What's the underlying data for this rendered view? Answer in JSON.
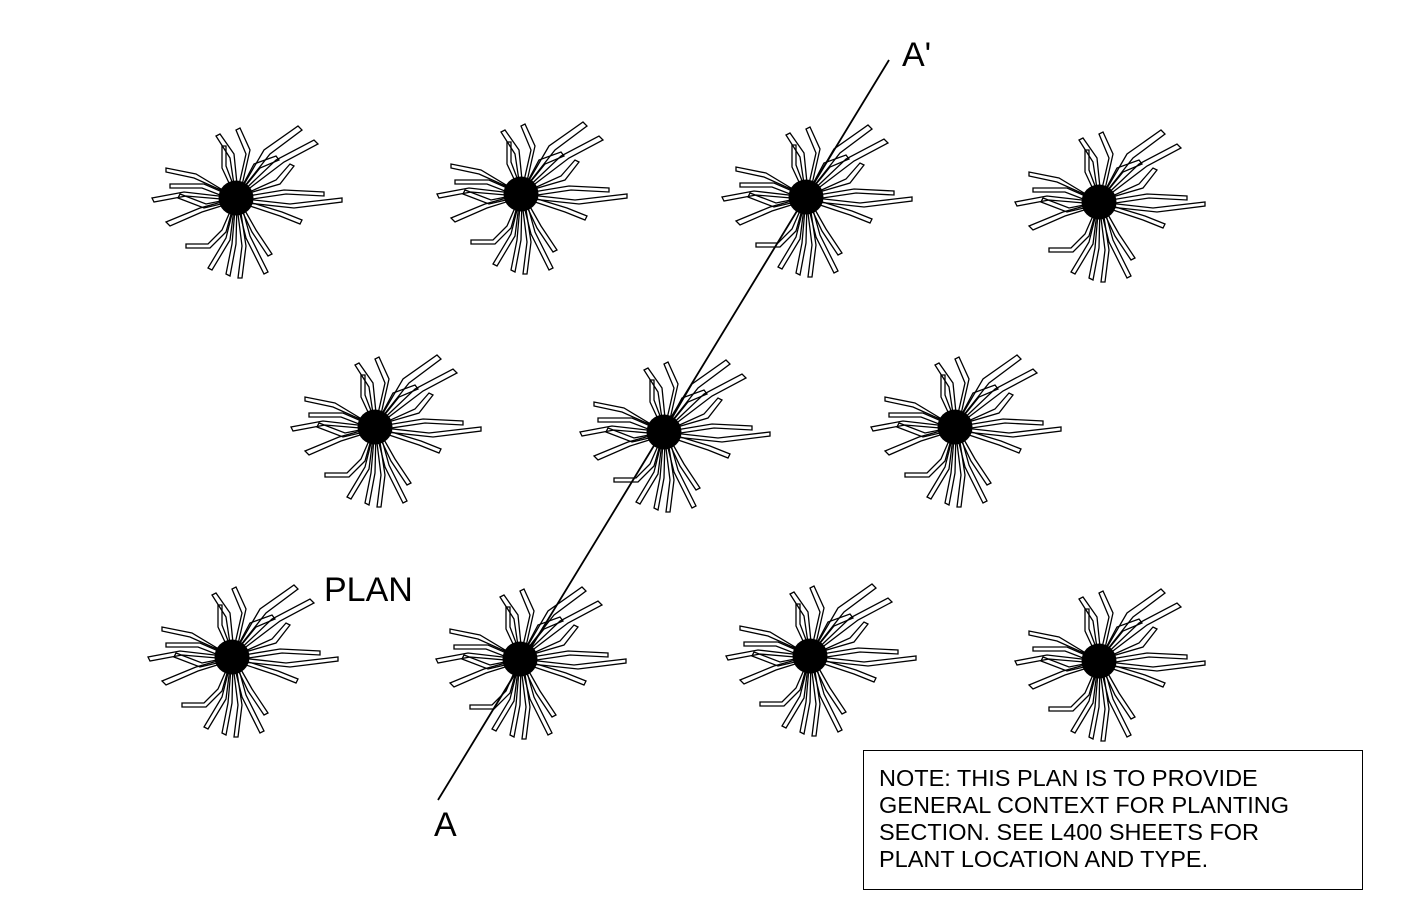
{
  "drawing": {
    "section_start_label": "A",
    "section_end_label": "A'",
    "plan_label": "PLAN",
    "note": {
      "lines": [
        "NOTE: THIS PLAN IS TO PROVIDE",
        "GENERAL CONTEXT FOR PLANTING",
        "SECTION. SEE L400 SHEETS FOR",
        "PLANT LOCATION AND TYPE."
      ]
    },
    "plant_symbol": "plant-symbol-icon",
    "plant_count": 11,
    "colors": {
      "line": "#000000",
      "background": "#ffffff"
    }
  }
}
